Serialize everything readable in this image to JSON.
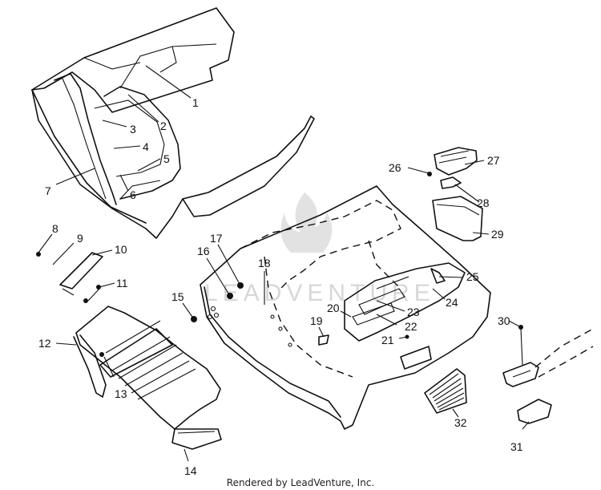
{
  "callouts": [
    "1",
    "2",
    "3",
    "4",
    "5",
    "6",
    "7",
    "8",
    "9",
    "10",
    "11",
    "12",
    "13",
    "14",
    "15",
    "16",
    "17",
    "18",
    "19",
    "20",
    "21",
    "22",
    "23",
    "24",
    "25",
    "26",
    "27",
    "28",
    "29",
    "30",
    "31",
    "32"
  ],
  "watermark": "LEADVENTURE",
  "credit": "Rendered by LeadVenture, Inc."
}
